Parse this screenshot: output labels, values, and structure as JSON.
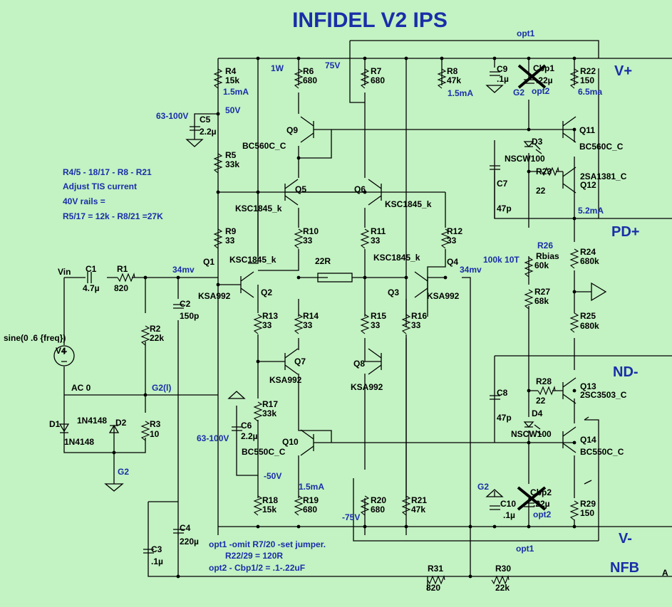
{
  "title": "INFIDEL V2 IPS",
  "rails": {
    "vplus": "V+",
    "vminus": "V-",
    "pd_plus": "PD+",
    "nd_minus": "ND-",
    "nfb": "NFB",
    "a_label": "A"
  },
  "notes": {
    "tis_lines": [
      "R4/5 - 18/17 - R8 - R21",
      "Adjust TIS current",
      "40V rails =",
      "R5/17 = 12k - R8/21 =27K"
    ],
    "opt_lines": [
      "opt1 -omit R7/20 -set jumper.",
      "R22/29 = 120R",
      "opt2 - Cbp1/2 = .1-.22uF"
    ]
  },
  "annotations": {
    "w1": "1W",
    "v75": "75V",
    "v50": "50V",
    "v63_100_top": "63-100V",
    "v63_100_bot": "63-100V",
    "neg50": "-50V",
    "neg75": "-75V",
    "ma15_a": "1.5mA",
    "ma15_b": "1.5mA",
    "ma15_c": "1.5mA",
    "ma65": "6.5ma",
    "ma52": "5.2mA",
    "mv34_a": "34mv",
    "mv34_b": "34mv",
    "opt1_top": "opt1",
    "opt1_bot": "opt1",
    "opt2_top": "opt2",
    "opt2_bot": "opt2",
    "g2_top": "G2",
    "g2_mid": "G2",
    "g2_bot": "G2",
    "g2l": "G2(l)",
    "k100": "100k 10T",
    "vin": "Vin",
    "ac0": "AC 0",
    "sine": "sine(0 .6 {freq})",
    "r22r": "22R"
  },
  "components": [
    {
      "ref": "R4",
      "value": "15k"
    },
    {
      "ref": "R5",
      "value": "33k"
    },
    {
      "ref": "C5",
      "value": "2.2µ"
    },
    {
      "ref": "R6",
      "value": "680"
    },
    {
      "ref": "R7",
      "value": "680"
    },
    {
      "ref": "R8",
      "value": "47k"
    },
    {
      "ref": "C9",
      "value": ".1µ"
    },
    {
      "ref": "Cbp1",
      "value": ".22µ"
    },
    {
      "ref": "R22",
      "value": "150"
    },
    {
      "ref": "Q9",
      "value": "BC560C_C"
    },
    {
      "ref": "Q11",
      "value": "BC560C_C"
    },
    {
      "ref": "D3",
      "value": "NSCW100"
    },
    {
      "ref": "R23",
      "value": "22"
    },
    {
      "ref": "Q12",
      "value": "2SA1381_C"
    },
    {
      "ref": "C7",
      "value": "47p"
    },
    {
      "ref": "Q5",
      "value": "KSC1845_k"
    },
    {
      "ref": "Q6",
      "value": "KSC1845_k"
    },
    {
      "ref": "R9",
      "value": "33"
    },
    {
      "ref": "R10",
      "value": "33"
    },
    {
      "ref": "R11",
      "value": "33"
    },
    {
      "ref": "R12",
      "value": "33"
    },
    {
      "ref": "Q1",
      "value": "KSA992"
    },
    {
      "ref": "Q2",
      "value": "KSC1845_k"
    },
    {
      "ref": "Q3",
      "value": "KSC1845_k"
    },
    {
      "ref": "Q4",
      "value": "KSA992"
    },
    {
      "ref": "C1",
      "value": "4.7µ"
    },
    {
      "ref": "R1",
      "value": "820"
    },
    {
      "ref": "C2",
      "value": "150p"
    },
    {
      "ref": "R26",
      "value": "Rbias"
    },
    {
      "ref": "R26v",
      "value": "60k"
    },
    {
      "ref": "R24",
      "value": "680k"
    },
    {
      "ref": "R27",
      "value": "68k"
    },
    {
      "ref": "R25",
      "value": "680k"
    },
    {
      "ref": "R2",
      "value": "22k"
    },
    {
      "ref": "V4",
      "value": ""
    },
    {
      "ref": "R13",
      "value": "33"
    },
    {
      "ref": "R14",
      "value": "33"
    },
    {
      "ref": "R15",
      "value": "33"
    },
    {
      "ref": "R16",
      "value": "33"
    },
    {
      "ref": "Q7",
      "value": "KSA992"
    },
    {
      "ref": "Q8",
      "value": "KSA992"
    },
    {
      "ref": "R28",
      "value": "22"
    },
    {
      "ref": "Q13",
      "value": "2SC3503_C"
    },
    {
      "ref": "C8",
      "value": "47p"
    },
    {
      "ref": "D4",
      "value": "NSCW100"
    },
    {
      "ref": "R17",
      "value": "33k"
    },
    {
      "ref": "C6",
      "value": "2.2µ"
    },
    {
      "ref": "Q10",
      "value": "BC550C_C"
    },
    {
      "ref": "Q14",
      "value": "BC550C_C"
    },
    {
      "ref": "D1",
      "value": "1N4148"
    },
    {
      "ref": "D2",
      "value": "1N4148"
    },
    {
      "ref": "R3",
      "value": "10"
    },
    {
      "ref": "R18",
      "value": "15k"
    },
    {
      "ref": "R19",
      "value": "680"
    },
    {
      "ref": "R20",
      "value": "680"
    },
    {
      "ref": "R21",
      "value": "47k"
    },
    {
      "ref": "C10",
      "value": ".1µ"
    },
    {
      "ref": "Cbp2",
      "value": ".22µ"
    },
    {
      "ref": "R29",
      "value": "150"
    },
    {
      "ref": "C4",
      "value": "220µ"
    },
    {
      "ref": "C3",
      "value": ".1µ"
    },
    {
      "ref": "R31",
      "value": "820"
    },
    {
      "ref": "R30",
      "value": "22k"
    }
  ]
}
